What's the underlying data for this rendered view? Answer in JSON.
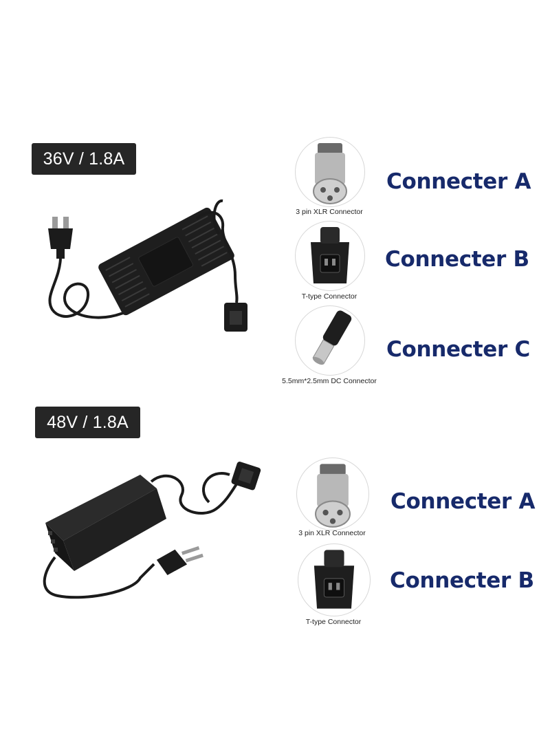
{
  "colors": {
    "badge_bg": "#262626",
    "label_color": "#172a6b",
    "background": "#ffffff"
  },
  "sections": [
    {
      "badge": "36V / 1.8A",
      "product_icon": "charger-36v-icon",
      "connectors": [
        {
          "label": "Connecter A",
          "caption": "3 pin XLR Connector",
          "icon": "xlr-connector-icon"
        },
        {
          "label": "Connecter B",
          "caption": "T-type Connector",
          "icon": "t-type-connector-icon"
        },
        {
          "label": "Connecter C",
          "caption": "5.5mm*2.5mm DC Connector",
          "icon": "dc-connector-icon"
        }
      ]
    },
    {
      "badge": "48V / 1.8A",
      "product_icon": "charger-48v-icon",
      "connectors": [
        {
          "label": "Connecter A",
          "caption": "3 pin XLR Connector",
          "icon": "xlr-connector-icon"
        },
        {
          "label": "Connecter B",
          "caption": "T-type Connector",
          "icon": "t-type-connector-icon"
        }
      ]
    }
  ]
}
